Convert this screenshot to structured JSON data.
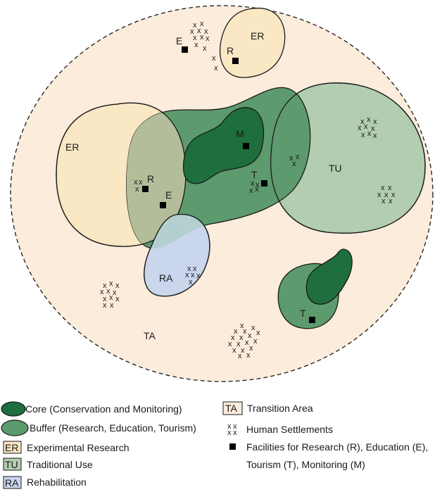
{
  "colors": {
    "transition": "#fcecdc",
    "experimental": "#fae7c3",
    "core": "#1f6e3d",
    "buffer": "#5d9a6d",
    "traditional": "#b2cdb0",
    "rehab": "#c9d6ec",
    "overlap": "#b4bd9a",
    "rehab_overlap": "#b4cfcf"
  },
  "zones": {
    "transition": "TA",
    "experimental_top": "ER",
    "experimental_left": "ER",
    "traditional": "TU",
    "rehab": "RA"
  },
  "facility_labels": {
    "e_top": "E",
    "r_top": "R",
    "m": "M",
    "r_left": "R",
    "e_center": "E",
    "t_center": "T",
    "t_small": "T"
  },
  "legend": {
    "core": "Core (Conservation and Monitoring)",
    "buffer": "Buffer (Research, Education, Tourism)",
    "experimental_abbr": "ER",
    "experimental": "Experimental Research",
    "traditional_abbr": "TU",
    "traditional": "Traditional Use",
    "rehab_abbr": "RA",
    "rehab": "Rehabilitation",
    "transition_abbr": "TA",
    "transition": "Transition Area",
    "settlements": "Human Settlements",
    "facilities_line1": "Facilities for Research (R), Education (E),",
    "facilities_line2": "Tourism (T), Monitoring (M)"
  }
}
